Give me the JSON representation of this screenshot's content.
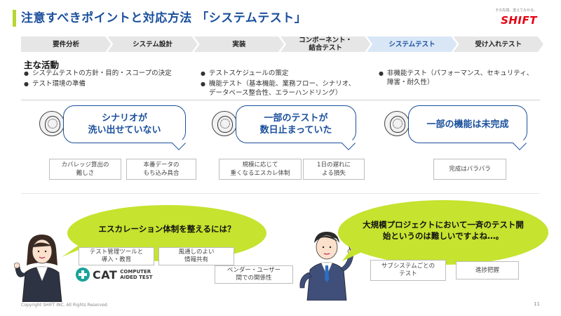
{
  "header": {
    "title": "注意すべきポイントと対応方法 「システムテスト」",
    "logo_tagline": "その先端、変えてみせる。",
    "logo_word": "SHIFT"
  },
  "phases": [
    {
      "label": "要件分析",
      "active": false
    },
    {
      "label": "システム設計",
      "active": false
    },
    {
      "label": "実装",
      "active": false
    },
    {
      "label": "コンポーネント・\n結合テスト",
      "active": false
    },
    {
      "label": "システムテスト",
      "active": true
    },
    {
      "label": "受け入れテスト",
      "active": false
    }
  ],
  "activities": {
    "title": "主な活動",
    "columns": [
      [
        "システムテストの方針・目的・スコープの決定",
        "テスト環境の準備"
      ],
      [
        "テストスケジュールの策定",
        "機能テスト（基本機能、業務フロー、シナリオ、\nデータベース整合性、エラーハンドリング）"
      ],
      [
        "非機能テスト（パフォーマンス、セキュリティ、\n障害・耐久性）"
      ]
    ]
  },
  "issues": [
    {
      "text": "シナリオが\n洗い出せていない",
      "causes": [
        "カバレッジ算出の\n難しさ",
        "本番データの\nもち込み具合"
      ]
    },
    {
      "text": "一部のテストが\n数日止まっていた",
      "causes": [
        "規模に応じて\n重くなるエスカレ体制",
        "1日の遅れに\nよる損失"
      ]
    },
    {
      "text": "一部の機能は未完成",
      "causes": [
        "完成はバラバラ"
      ]
    }
  ],
  "bottom_left": {
    "question": "エスカレーション体制を整えるには？",
    "solutions": [
      "テスト管理ツールと\n導入・教育",
      "風通しのよい\n情報共有",
      "ベンダー・ユーザー\n間での関係性"
    ],
    "cat_word": "CAT",
    "cat_sub": "COMPUTER\nAIDED TEST"
  },
  "bottom_right": {
    "statement": "大規模プロジェクトにおいて一斉のテスト開\n始というのは難しいですよね…。",
    "solutions": [
      "サブシステムごとの\nテスト",
      "進捗把握"
    ]
  },
  "footer": {
    "copyright": "Copyright SHIFT INC. All Rights Reserved.",
    "page": "11"
  },
  "colors": {
    "title_blue": "#1a4f9c",
    "accent_green": "#b7d631",
    "oval_green": "#c5e32f",
    "logo_red": "#e60012"
  }
}
